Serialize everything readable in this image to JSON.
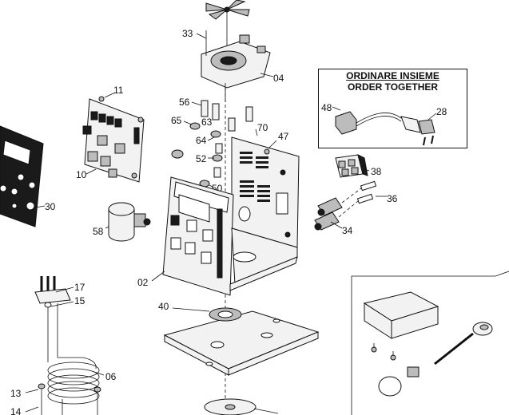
{
  "order_box": {
    "line1": "ORDINARE INSIEME",
    "line2": "ORDER TOGETHER"
  },
  "callouts": {
    "c33": "33",
    "c04": "04",
    "c11": "11",
    "c56": "56",
    "c65": "65",
    "c63": "63",
    "c70": "70",
    "c47": "47",
    "c64": "64",
    "c52": "52",
    "c10": "10",
    "c50": "50",
    "c30": "30",
    "c58": "58",
    "c02": "02",
    "c40": "40",
    "c17": "17",
    "c15": "15",
    "c06": "06",
    "c13": "13",
    "c14": "14",
    "c48": "48",
    "c28": "28",
    "c38": "38",
    "c36": "36",
    "c34": "34"
  }
}
